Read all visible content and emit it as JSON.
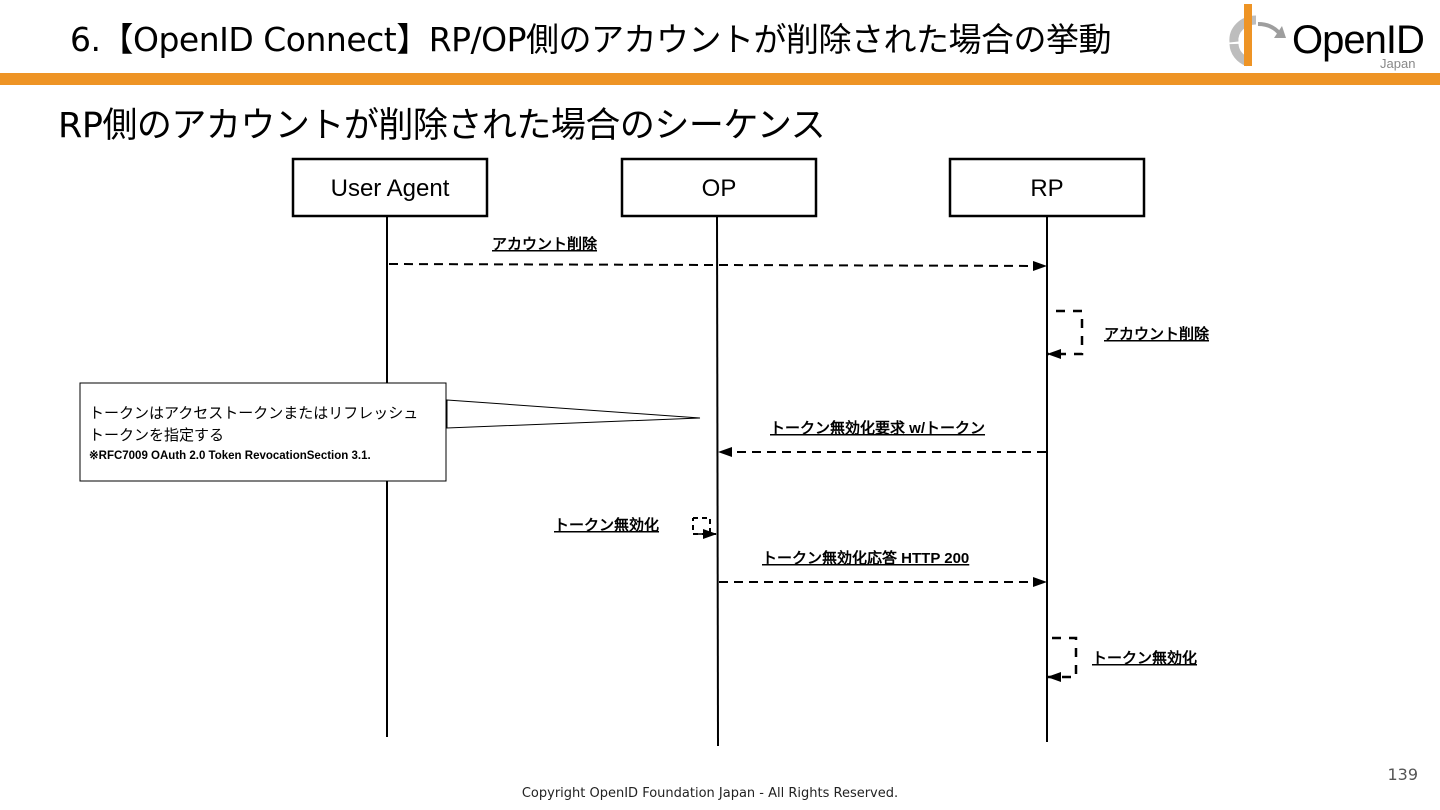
{
  "header": {
    "title": "6.【OpenID Connect】RP/OP側のアカウントが削除された場合の挙動",
    "logo_text": "OpenID",
    "logo_sub": "Japan"
  },
  "subtitle": "RP側のアカウントが削除された場合のシーケンス",
  "diagram": {
    "participants": [
      {
        "id": "ua",
        "label": "User Agent"
      },
      {
        "id": "op",
        "label": "OP"
      },
      {
        "id": "rp",
        "label": "RP"
      }
    ],
    "messages": [
      {
        "label": "アカウント削除",
        "from": "ua",
        "to": "rp",
        "style": "dashed"
      },
      {
        "label": "アカウント削除",
        "from": "rp",
        "to": "rp",
        "style": "self"
      },
      {
        "label": "トークン無効化要求 w/トークン",
        "from": "rp",
        "to": "op",
        "style": "dashed"
      },
      {
        "label": "トークン無効化",
        "from": "op",
        "to": "op",
        "style": "self"
      },
      {
        "label": "トークン無効化応答 HTTP 200",
        "from": "op",
        "to": "rp",
        "style": "dashed"
      },
      {
        "label": "トークン無効化",
        "from": "rp",
        "to": "rp",
        "style": "self"
      }
    ],
    "note": {
      "line1": "トークンはアクセストークンまたはリフレッシュ",
      "line2": "トークンを指定する",
      "line3": "※RFC7009 OAuth 2.0 Token  RevocationSection 3.1."
    }
  },
  "footer": {
    "page_number": "139",
    "copyright": "Copyright OpenID Foundation Japan - All Rights Reserved."
  }
}
